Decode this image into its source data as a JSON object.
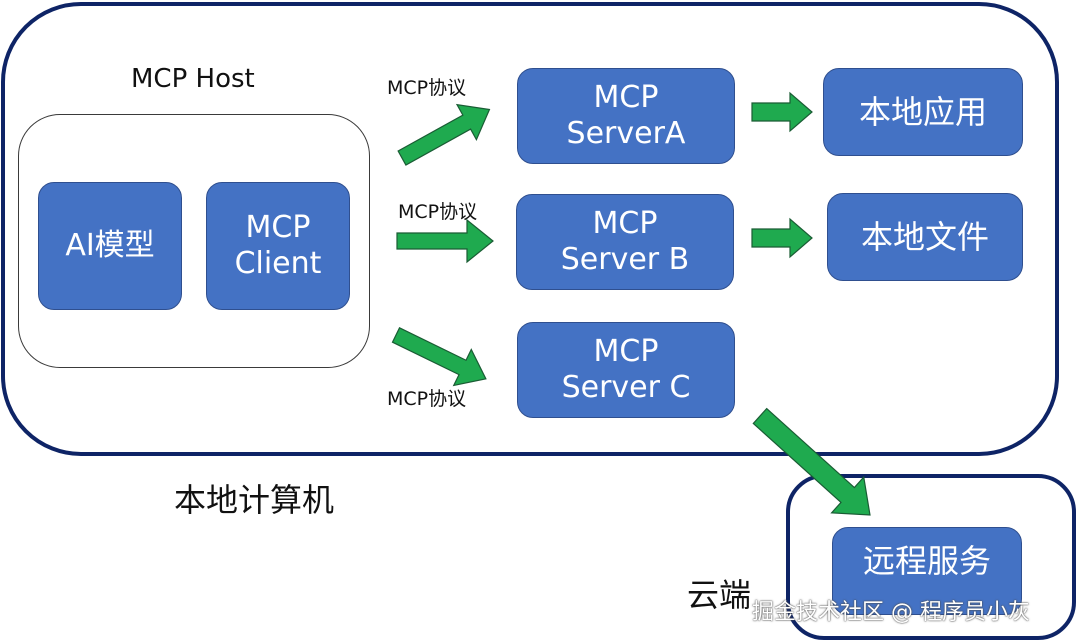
{
  "labels": {
    "host_title": "MCP Host",
    "local_machine": "本地计算机",
    "cloud": "云端",
    "protocol_a": "MCP协议",
    "protocol_b": "MCP协议",
    "protocol_c": "MCP协议"
  },
  "nodes": {
    "ai_model": "AI模型",
    "client_line1": "MCP",
    "client_line2": "Client",
    "server_a_line1": "MCP",
    "server_a_line2": "ServerA",
    "server_b_line1": "MCP",
    "server_b_line2": "Server B",
    "server_c_line1": "MCP",
    "server_c_line2": "Server C",
    "local_app": "本地应用",
    "local_file": "本地文件",
    "remote_service": "远程服务"
  },
  "watermark": "掘金技术社区 @ 程序员小灰",
  "colors": {
    "node_fill": "#4472c4",
    "arrow_fill": "#1faa4f",
    "outer_border": "#0e2466"
  }
}
